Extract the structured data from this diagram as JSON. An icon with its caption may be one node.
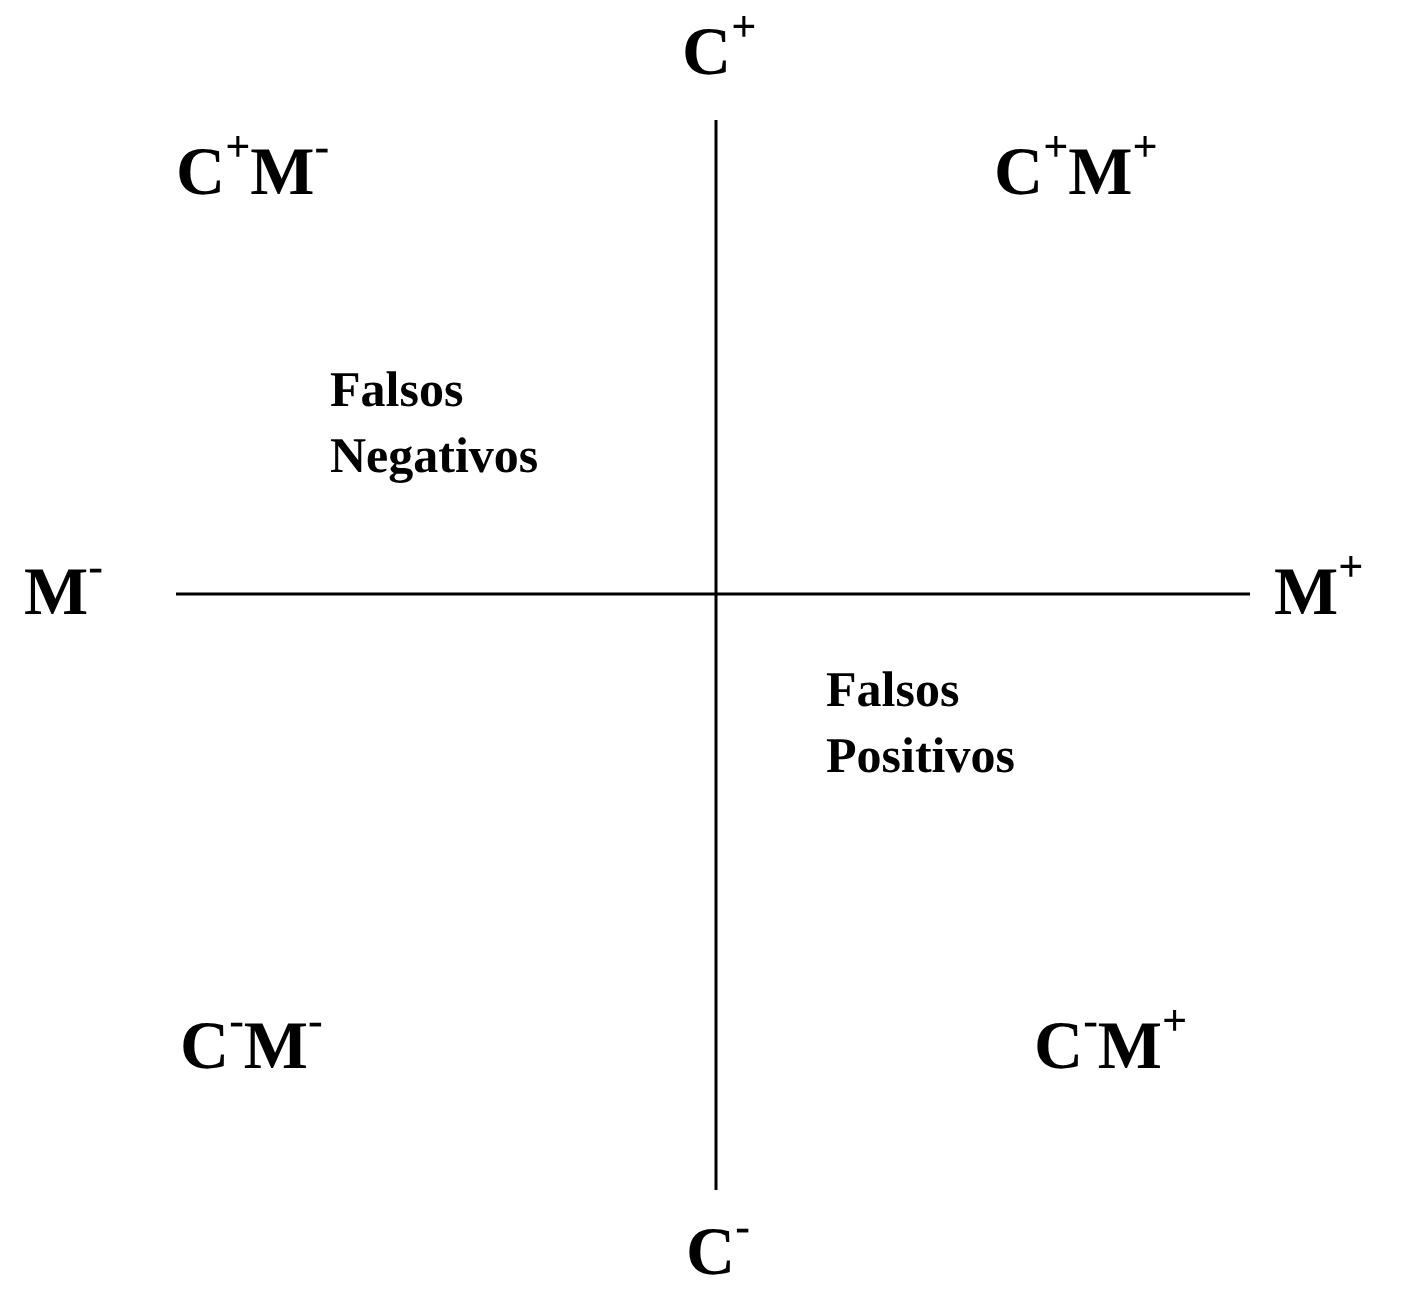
{
  "diagram": {
    "labels": [
      "C$^{+}$",
      "C$^{+}$M$^{-}$",
      "C$^{+}$M$^{+}$",
      "Falsos Negativos",
      "M$^{-}$",
      "M$^{+}$",
      "Falsos Positivos",
      "C$^{-}$M$^{-}$",
      "C$^{-}$M$^{+}$",
      "C$^{-}$"
    ]
  }
}
